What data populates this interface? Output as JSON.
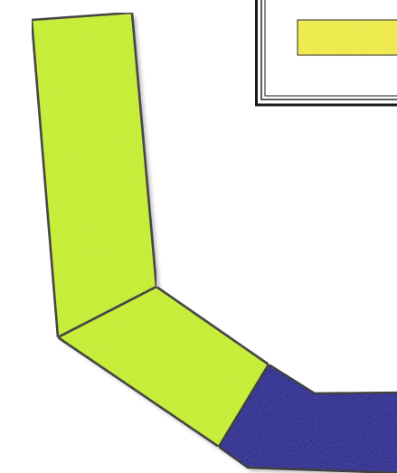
{
  "scene": {
    "colors": {
      "background": "#ffffff",
      "frame_stroke": "#1a1a1a",
      "yellow_bar": "#f2ee3a",
      "lime_fill": "#c8f20a",
      "navy_fill": "#0d0d92",
      "outline": "#2a2a2a",
      "shadow": "#8a8a8a"
    },
    "shapes": [
      {
        "name": "framed-panel",
        "kind": "framed rectangle"
      },
      {
        "name": "yellow-bar",
        "kind": "filled rectangle"
      },
      {
        "name": "vertical-green-segment",
        "kind": "quadrilateral"
      },
      {
        "name": "diagonal-green-segment",
        "kind": "quadrilateral"
      },
      {
        "name": "blue-segment",
        "kind": "polygon"
      }
    ]
  }
}
